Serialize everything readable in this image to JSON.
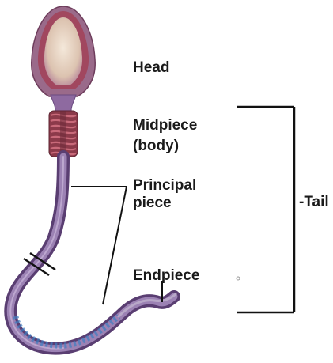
{
  "labels": {
    "head": "Head",
    "midpiece_line1": "Midpiece",
    "midpiece_line2": "(body)",
    "principal_line1": "Principal",
    "principal_line2": "piece",
    "endpiece": "Endpiece",
    "tail": "-Tail"
  },
  "colors": {
    "head_fill": "#e9d7c6",
    "head_outline": "#8a4a6a",
    "acrosome": "#a1475f",
    "midpiece": "#8c3a4a",
    "tail": "#7a5a8c",
    "tail_tip": "#3e7ec0",
    "leader_line": "#111111"
  }
}
